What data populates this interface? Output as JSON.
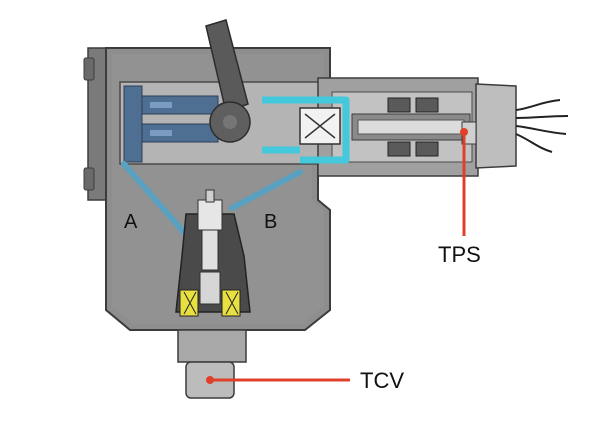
{
  "labels": {
    "chamber_a": "A",
    "chamber_b": "B",
    "sensor_top": "TPS",
    "valve_bottom": "TCV"
  },
  "colors": {
    "housing": "#8e8e8e",
    "housing_light": "#b4b4b4",
    "housing_dark": "#5a5a5a",
    "piston_blue": "#4f6f92",
    "oil_channel": "#5aa0c0",
    "cyan_passage": "#44c8dc",
    "coil_yellow": "#e8e040",
    "pointer_red": "#e0402a",
    "wire": "#222222"
  }
}
